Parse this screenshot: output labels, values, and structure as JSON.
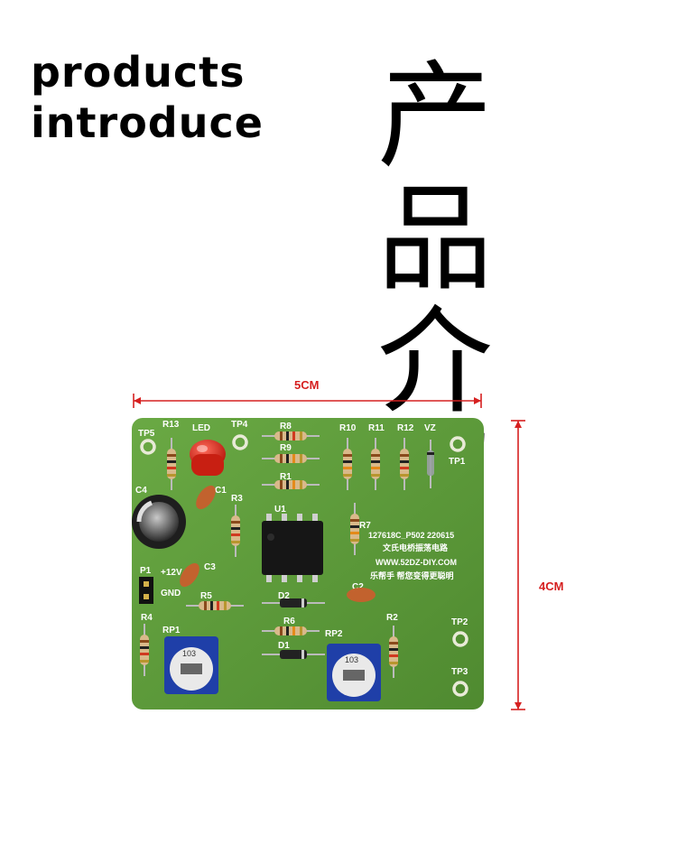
{
  "heading": {
    "en_line1": "products",
    "en_line2": "introduce",
    "cn_line1": "产 品",
    "cn_line2": "介 绍"
  },
  "dimensions": {
    "width_label": "5CM",
    "height_label": "4CM",
    "color": "#d62020"
  },
  "board": {
    "pcb_color": "#5e9a3a",
    "silk_labels": {
      "tp5": "TP5",
      "r13": "R13",
      "led": "LED",
      "tp4": "TP4",
      "r8": "R8",
      "r9": "R9",
      "r10": "R10",
      "r11": "R11",
      "r12": "R12",
      "vz": "VZ",
      "tp1": "TP1",
      "c4": "C4",
      "c1": "C1",
      "r3": "R3",
      "u1": "U1",
      "r1": "R1",
      "r7": "R7",
      "p1": "P1",
      "v12": "+12V",
      "gnd": "GND",
      "c3": "C3",
      "r5": "R5",
      "d2": "D2",
      "c2": "C2",
      "r4": "R4",
      "rp1": "RP1",
      "r6": "R6",
      "rp2": "RP2",
      "r2": "R2",
      "d1": "D1",
      "tp2": "TP2",
      "tp3": "TP3"
    },
    "info_lines": [
      "127618C_P502  220615",
      "文氏电桥振荡电路",
      "WWW.52DZ-DIY.COM",
      "乐帮手 帮您变得更聪明"
    ],
    "trimmer_code": "103"
  }
}
